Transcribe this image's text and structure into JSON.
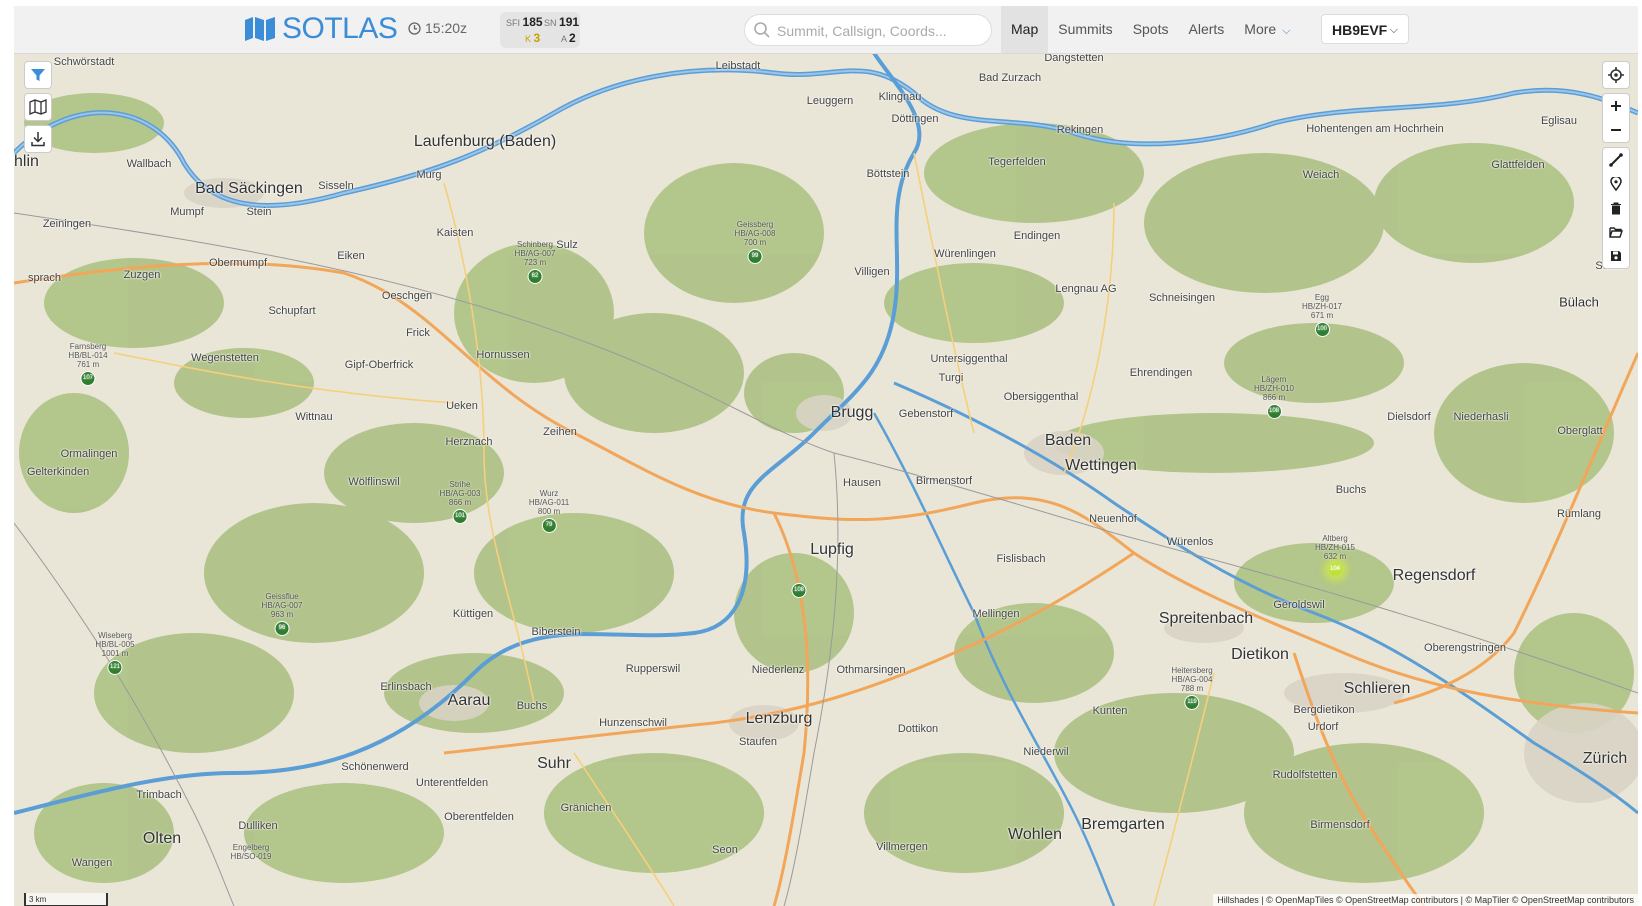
{
  "header": {
    "brand": "SOTLAS",
    "time": "15:20z",
    "propagation": {
      "sfi_label": "SFI",
      "sfi": "185",
      "sn_label": "SN",
      "sn": "191",
      "k_label": "K",
      "k": "3",
      "a_label": "A",
      "a": "2"
    },
    "search_placeholder": "Summit, Callsign, Coords...",
    "nav": [
      {
        "label": "Map",
        "active": true
      },
      {
        "label": "Summits"
      },
      {
        "label": "Spots"
      },
      {
        "label": "Alerts"
      },
      {
        "label": "More"
      }
    ],
    "user": "HB9EVF"
  },
  "map": {
    "scale_label": "3 km",
    "attribution": "Hillshades | © OpenMapTiles © OpenStreetMap contributors | © MapTiler © OpenStreetMap contributors",
    "places": [
      {
        "name": "Schwörstadt",
        "size": 1
      },
      {
        "name": "Leibstadt",
        "size": 1
      },
      {
        "name": "Leuggern",
        "size": 1
      },
      {
        "name": "Klingnau",
        "size": 1
      },
      {
        "name": "Bad Zurzach",
        "size": 1
      },
      {
        "name": "Dangstetten",
        "size": 1
      },
      {
        "name": "Döttingen",
        "size": 1
      },
      {
        "name": "Rekingen",
        "size": 1
      },
      {
        "name": "Hohentengen am Hochrhein",
        "size": 1
      },
      {
        "name": "Eglisau",
        "size": 1
      },
      {
        "name": "Laufenburg (Baden)",
        "size": 3
      },
      {
        "name": "hlin",
        "size": 3
      },
      {
        "name": "Wallbach",
        "size": 1
      },
      {
        "name": "Bad Säckingen",
        "size": 3
      },
      {
        "name": "Sisseln",
        "size": 1
      },
      {
        "name": "Murg",
        "size": 1
      },
      {
        "name": "Böttstein",
        "size": 1
      },
      {
        "name": "Tegerfelden",
        "size": 1
      },
      {
        "name": "Glattfelden",
        "size": 1
      },
      {
        "name": "Weiach",
        "size": 1
      },
      {
        "name": "Mumpf",
        "size": 1
      },
      {
        "name": "Stein",
        "size": 1
      },
      {
        "name": "Zeiningen",
        "size": 1
      },
      {
        "name": "Kaisten",
        "size": 1
      },
      {
        "name": "Sulz",
        "size": 1
      },
      {
        "name": "Würenlingen",
        "size": 1
      },
      {
        "name": "Endingen",
        "size": 1
      },
      {
        "name": "Eiken",
        "size": 1
      },
      {
        "name": "Obermumpf",
        "size": 1
      },
      {
        "name": "Villigen",
        "size": 1
      },
      {
        "name": "Stadel",
        "size": 1
      },
      {
        "name": "Zuzgen",
        "size": 1
      },
      {
        "name": "Oeschgen",
        "size": 1
      },
      {
        "name": "Lengnau AG",
        "size": 1
      },
      {
        "name": "Schneisingen",
        "size": 1
      },
      {
        "name": "sprach",
        "size": 1
      },
      {
        "name": "Bülach",
        "size": 2
      },
      {
        "name": "Schupfart",
        "size": 1
      },
      {
        "name": "Frick",
        "size": 1
      },
      {
        "name": "Hornussen",
        "size": 1
      },
      {
        "name": "Untersiggenthal",
        "size": 1
      },
      {
        "name": "Wegenstetten",
        "size": 1
      },
      {
        "name": "Gipf-Oberfrick",
        "size": 1
      },
      {
        "name": "Turgi",
        "size": 1
      },
      {
        "name": "Ehrendingen",
        "size": 1
      },
      {
        "name": "Obersiggenthal",
        "size": 1
      },
      {
        "name": "Ueken",
        "size": 1
      },
      {
        "name": "Wittnau",
        "size": 1
      },
      {
        "name": "Brugg",
        "size": 3
      },
      {
        "name": "Gebenstorf",
        "size": 1
      },
      {
        "name": "Dielsdorf",
        "size": 1
      },
      {
        "name": "Niederhasli",
        "size": 1
      },
      {
        "name": "Oberglatt",
        "size": 1
      },
      {
        "name": "Zeihen",
        "size": 1
      },
      {
        "name": "Herznach",
        "size": 1
      },
      {
        "name": "Baden",
        "size": 3
      },
      {
        "name": "Wettingen",
        "size": 3
      },
      {
        "name": "Ormalingen",
        "size": 1
      },
      {
        "name": "Gelterkinden",
        "size": 1
      },
      {
        "name": "Wölflinswil",
        "size": 1
      },
      {
        "name": "Hausen",
        "size": 1
      },
      {
        "name": "Birmenstorf",
        "size": 1
      },
      {
        "name": "Buchs",
        "size": 1
      },
      {
        "name": "Neuenhof",
        "size": 1
      },
      {
        "name": "Rümlang",
        "size": 1
      },
      {
        "name": "Würenlos",
        "size": 1
      },
      {
        "name": "Lupfig",
        "size": 3
      },
      {
        "name": "Fislisbach",
        "size": 1
      },
      {
        "name": "Regensdorf",
        "size": 3
      },
      {
        "name": "Geroldswil",
        "size": 1
      },
      {
        "name": "Küttigen",
        "size": 1
      },
      {
        "name": "Mellingen",
        "size": 1
      },
      {
        "name": "Spreitenbach",
        "size": 3
      },
      {
        "name": "Biberstein",
        "size": 1
      },
      {
        "name": "Oberengstringen",
        "size": 1
      },
      {
        "name": "Dietikon",
        "size": 3
      },
      {
        "name": "Rupperswil",
        "size": 1
      },
      {
        "name": "Niederlenz",
        "size": 1
      },
      {
        "name": "Othmarsingen",
        "size": 1
      },
      {
        "name": "Erlinsbach",
        "size": 1
      },
      {
        "name": "Schlieren",
        "size": 3
      },
      {
        "name": "Aarau",
        "size": 3
      },
      {
        "name": "Buchs",
        "size": 1
      },
      {
        "name": "Bergdietikon",
        "size": 1
      },
      {
        "name": "Kunten",
        "size": 1
      },
      {
        "name": "Urdorf",
        "size": 1
      },
      {
        "name": "Hunzenschwil",
        "size": 1
      },
      {
        "name": "Lenzburg",
        "size": 3
      },
      {
        "name": "Dottikon",
        "size": 1
      },
      {
        "name": "Staufen",
        "size": 1
      },
      {
        "name": "Niederwil",
        "size": 1
      },
      {
        "name": "Zürich",
        "size": 3
      },
      {
        "name": "Schönenwerd",
        "size": 1
      },
      {
        "name": "Suhr",
        "size": 3
      },
      {
        "name": "Rudolfstetten",
        "size": 1
      },
      {
        "name": "Unterentfelden",
        "size": 1
      },
      {
        "name": "Trimbach",
        "size": 1
      },
      {
        "name": "Gränichen",
        "size": 1
      },
      {
        "name": "Oberentfelden",
        "size": 1
      },
      {
        "name": "Birmensdorf",
        "size": 1
      },
      {
        "name": "Dulliken",
        "size": 1
      },
      {
        "name": "Olten",
        "size": 3
      },
      {
        "name": "Wohlen",
        "size": 3
      },
      {
        "name": "Bremgarten",
        "size": 3
      },
      {
        "name": "Seon",
        "size": 1
      },
      {
        "name": "Villmergen",
        "size": 1
      },
      {
        "name": "Wangen",
        "size": 1
      }
    ],
    "summits": [
      {
        "name": "Schinberg",
        "ref": "HB/AG-007",
        "elev": "723 m",
        "points": "62"
      },
      {
        "name": "Geissberg",
        "ref": "HB/AG-008",
        "elev": "700 m",
        "points": "99"
      },
      {
        "name": "Egg",
        "ref": "HB/ZH-017",
        "elev": "671 m",
        "points": "100"
      },
      {
        "name": "Farnsberg",
        "ref": "HB/BL-014",
        "elev": "761 m",
        "points": "107"
      },
      {
        "name": "Lägern",
        "ref": "HB/ZH-010",
        "elev": "866 m",
        "points": "108"
      },
      {
        "name": "Strihe",
        "ref": "HB/AG-003",
        "elev": "866 m",
        "points": "101"
      },
      {
        "name": "Wurz",
        "ref": "HB/AG-011",
        "elev": "800 m",
        "points": "79"
      },
      {
        "name": "Altberg",
        "ref": "HB/ZH-015",
        "elev": "632 m",
        "points": "104",
        "highlight": true
      },
      {
        "name": "",
        "ref": "",
        "elev": "",
        "points": "108"
      },
      {
        "name": "Geissflue",
        "ref": "HB/AG-007",
        "elev": "963 m",
        "points": "96"
      },
      {
        "name": "Wiseberg",
        "ref": "HB/BL-005",
        "elev": "1001 m",
        "points": "121"
      },
      {
        "name": "Heitersberg",
        "ref": "HB/AG-004",
        "elev": "788 m",
        "points": "119"
      },
      {
        "name": "Engelberg",
        "ref": "HB/SO-019",
        "elev": "",
        "points": ""
      }
    ]
  }
}
